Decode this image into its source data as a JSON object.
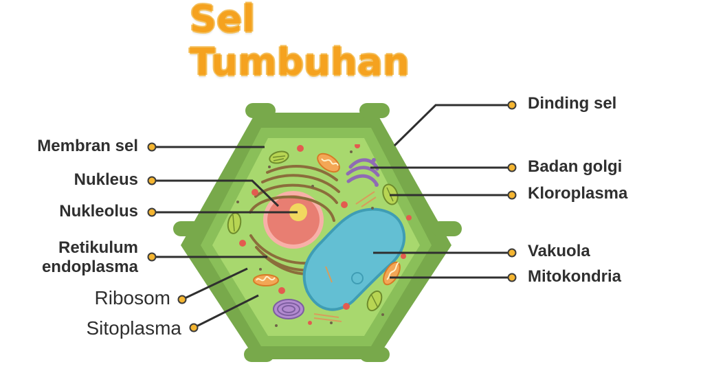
{
  "title": "Sel Tumbuhan",
  "labels": {
    "dinding_sel": "Dinding sel",
    "membran_sel": "Membran sel",
    "badan_golgi": "Badan golgi",
    "nukleus": "Nukleus",
    "kloroplasma": "Kloroplasma",
    "nukleolus": "Nukleolus",
    "retikulum_endoplasma_line1": "Retikulum",
    "retikulum_endoplasma_line2": "endoplasma",
    "vakuola": "Vakuola",
    "mitokondria": "Mitokondria",
    "ribosom": "Ribosom",
    "sitoplasma": "Sitoplasma"
  },
  "colors": {
    "title": "#f5a21f",
    "cell_wall": "#79a84b",
    "cytoplasm": "#a8d86e",
    "nucleus": "#e87e72",
    "nucleolus": "#f1d85f",
    "vacuole": "#63bfd3",
    "golgi": "#8f6bb4",
    "mitochondria": "#e3a446",
    "chloroplast": "#b8d553",
    "ribosome": "#e35b4f"
  }
}
